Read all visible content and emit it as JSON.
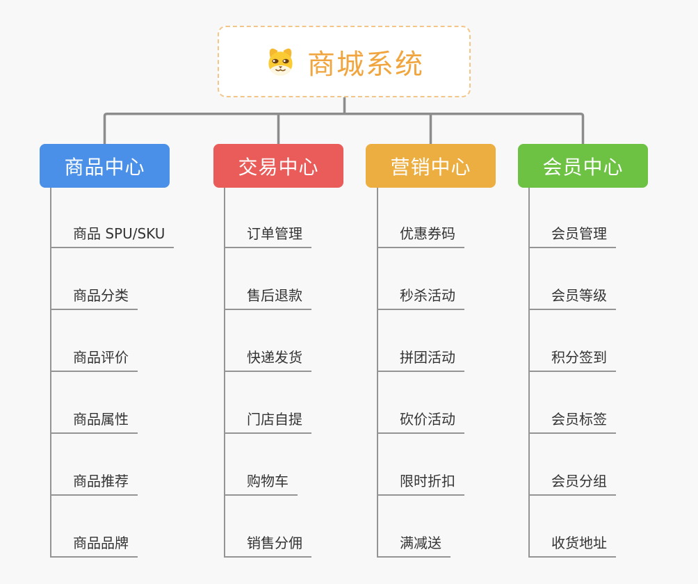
{
  "root": {
    "title": "商城系统",
    "icon": "dog-mascot-icon",
    "title_color": "#f0a53e",
    "border_color": "#f2c688"
  },
  "connector_color": "#8c8c8c",
  "branches": [
    {
      "label": "商品中心",
      "color": "#4a90e8",
      "children": [
        "商品 SPU/SKU",
        "商品分类",
        "商品评价",
        "商品属性",
        "商品推荐",
        "商品品牌"
      ]
    },
    {
      "label": "交易中心",
      "color": "#e95c59",
      "children": [
        "订单管理",
        "售后退款",
        "快递发货",
        "门店自提",
        "购物车",
        "销售分佣"
      ]
    },
    {
      "label": "营销中心",
      "color": "#edae41",
      "children": [
        "优惠券码",
        "秒杀活动",
        "拼团活动",
        "砍价活动",
        "限时折扣",
        "满减送"
      ]
    },
    {
      "label": "会员中心",
      "color": "#6dc244",
      "children": [
        "会员管理",
        "会员等级",
        "积分签到",
        "会员标签",
        "会员分组",
        "收货地址"
      ]
    }
  ]
}
